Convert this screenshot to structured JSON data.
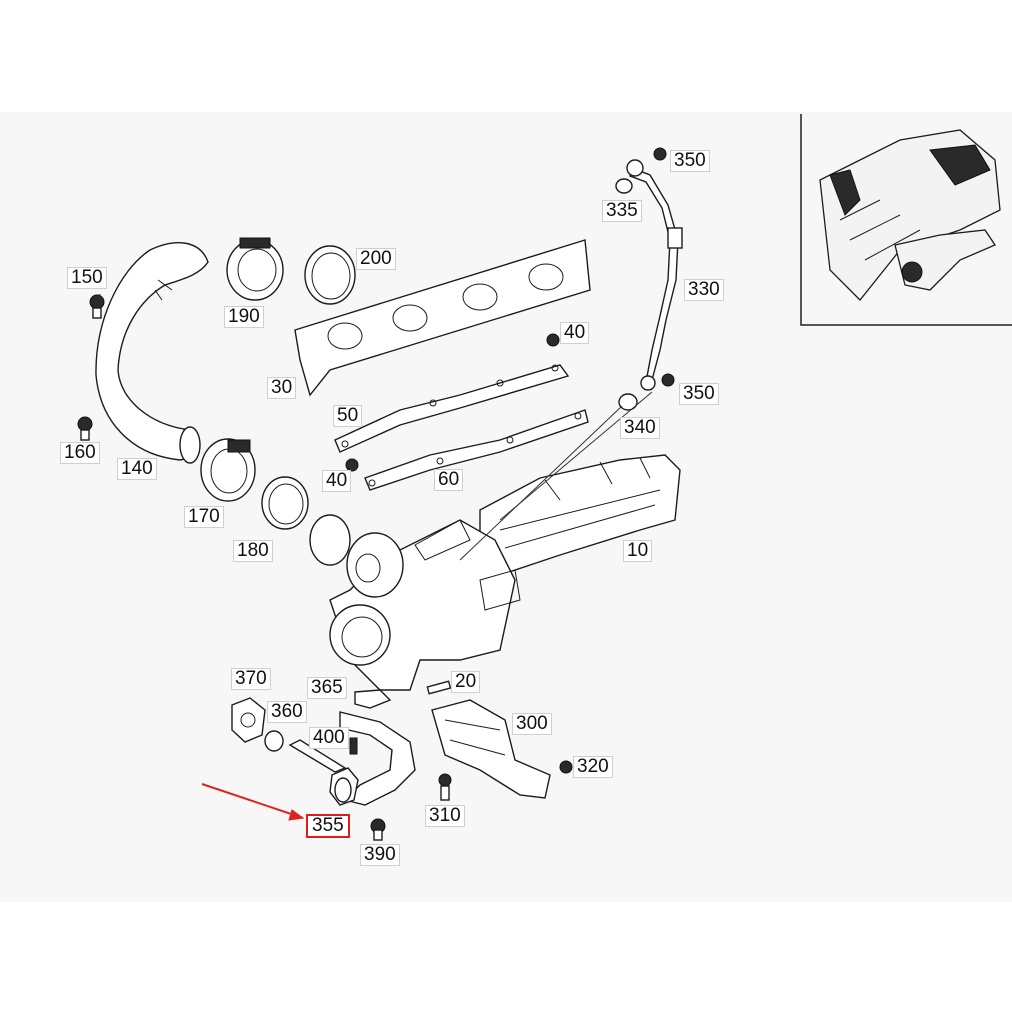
{
  "diagram": {
    "labels": [
      {
        "id": "150",
        "text": "150"
      },
      {
        "id": "190",
        "text": "190"
      },
      {
        "id": "200",
        "text": "200"
      },
      {
        "id": "350a",
        "text": "350"
      },
      {
        "id": "335",
        "text": "335"
      },
      {
        "id": "330",
        "text": "330"
      },
      {
        "id": "40a",
        "text": "40"
      },
      {
        "id": "30",
        "text": "30"
      },
      {
        "id": "350b",
        "text": "350"
      },
      {
        "id": "50",
        "text": "50"
      },
      {
        "id": "340",
        "text": "340"
      },
      {
        "id": "160",
        "text": "160"
      },
      {
        "id": "140",
        "text": "140"
      },
      {
        "id": "40b",
        "text": "40"
      },
      {
        "id": "60",
        "text": "60"
      },
      {
        "id": "170",
        "text": "170"
      },
      {
        "id": "10",
        "text": "10"
      },
      {
        "id": "180",
        "text": "180"
      },
      {
        "id": "370",
        "text": "370"
      },
      {
        "id": "365",
        "text": "365"
      },
      {
        "id": "20",
        "text": "20"
      },
      {
        "id": "360",
        "text": "360"
      },
      {
        "id": "300",
        "text": "300"
      },
      {
        "id": "400",
        "text": "400"
      },
      {
        "id": "320",
        "text": "320"
      },
      {
        "id": "310",
        "text": "310"
      },
      {
        "id": "355",
        "text": "355",
        "highlighted": true
      },
      {
        "id": "390",
        "text": "390"
      }
    ],
    "highlight_color": "#e01b1b"
  }
}
